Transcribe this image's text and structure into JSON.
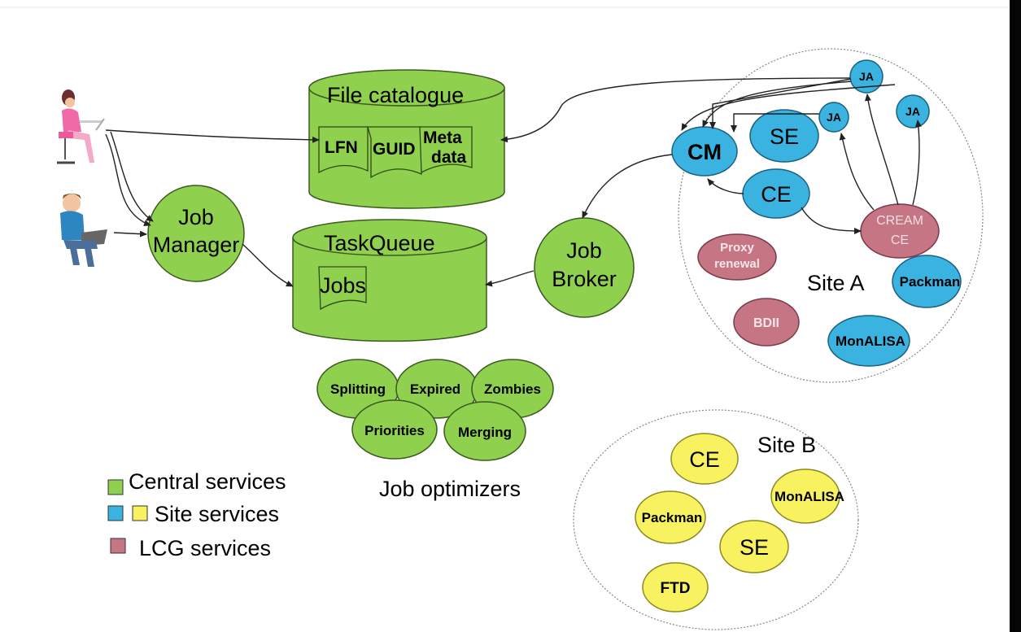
{
  "file_catalogue": {
    "title": "File catalogue",
    "lfn": "LFN",
    "guid": "GUID",
    "meta1": "Meta",
    "meta2": "data"
  },
  "task_queue": {
    "title": "TaskQueue",
    "jobs": "Jobs"
  },
  "job_manager": {
    "line1": "Job",
    "line2": "Manager"
  },
  "job_broker": {
    "line1": "Job",
    "line2": "Broker"
  },
  "optimizers": {
    "items": [
      "Splitting",
      "Expired",
      "Zombies",
      "Priorities",
      "Merging"
    ],
    "caption": "Job optimizers"
  },
  "site_a": {
    "label": "Site A",
    "cm": "CM",
    "se": "SE",
    "ce": "CE",
    "ja": "JA",
    "cream1": "CREAM",
    "cream2": "CE",
    "proxy1": "Proxy",
    "proxy2": "renewal",
    "packman": "Packman",
    "bdii": "BDII",
    "monalisa": "MonALISA"
  },
  "site_b": {
    "label": "Site B",
    "ce": "CE",
    "monalisa": "MonALISA",
    "packman": "Packman",
    "se": "SE",
    "ftd": "FTD"
  },
  "legend": {
    "central": "Central services",
    "site": "Site services",
    "lcg": "LCG services"
  },
  "colors": {
    "central": "#8fd14f",
    "site_blue": "#3ab3e0",
    "site_yellow": "#f8f260",
    "lcg": "#c67585"
  },
  "icons": [
    "user-female-icon",
    "user-male-laptop-icon"
  ]
}
